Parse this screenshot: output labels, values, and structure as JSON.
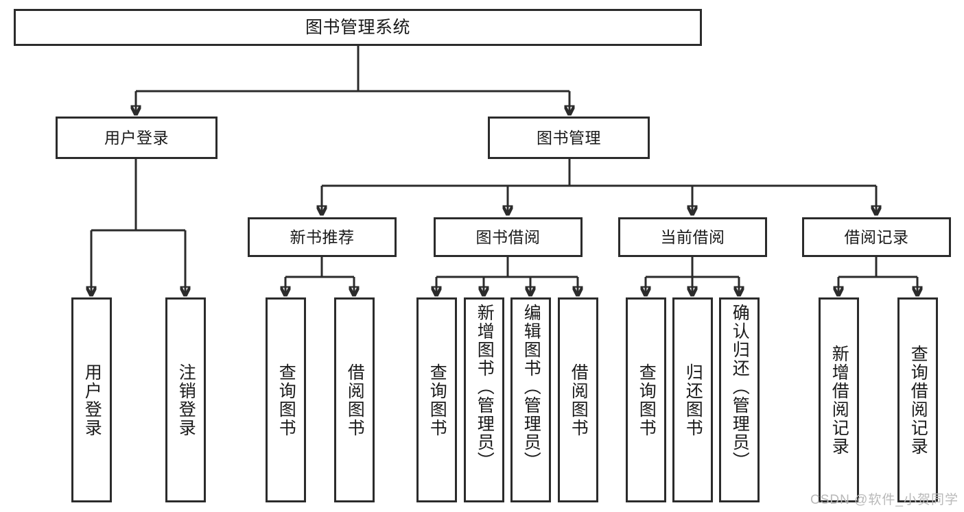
{
  "diagram": {
    "title": "图书管理系统",
    "type": "function-structure-tree",
    "watermark": "CSDN @软件_小贺同学",
    "colors": {
      "stroke": "#2b2b2b",
      "box_fill": "#ffffff",
      "text": "#1a1a1a",
      "watermark": "#b9b9b9",
      "background": "#ffffff"
    },
    "levels": {
      "root": "图书管理系统",
      "level2": [
        "用户登录",
        "图书管理"
      ],
      "level3": [
        "新书推荐",
        "图书借阅",
        "当前借阅",
        "借阅记录"
      ]
    },
    "nodes": {
      "root": {
        "label": "图书管理系统"
      },
      "user_login": {
        "label": "用户登录"
      },
      "book_manage": {
        "label": "图书管理"
      },
      "new_book_rec": {
        "label": "新书推荐"
      },
      "book_borrow": {
        "label": "图书借阅"
      },
      "current_borrow": {
        "label": "当前借阅"
      },
      "borrow_record": {
        "label": "借阅记录"
      },
      "leaf_user_login": {
        "label": "用户登录"
      },
      "leaf_user_logout": {
        "label": "注销登录"
      },
      "leaf_rec_query": {
        "label": "查询图书"
      },
      "leaf_rec_borrow": {
        "label": "借阅图书"
      },
      "leaf_borrow_query": {
        "label": "查询图书"
      },
      "leaf_borrow_add": {
        "label": "新增图书（管理员）"
      },
      "leaf_borrow_edit": {
        "label": "编辑图书（管理员）"
      },
      "leaf_borrow_take": {
        "label": "借阅图书"
      },
      "leaf_cur_query": {
        "label": "查询图书"
      },
      "leaf_cur_return": {
        "label": "归还图书"
      },
      "leaf_cur_confirm": {
        "label": "确认归还（管理员）"
      },
      "leaf_rec_add": {
        "label": "新增借阅记录"
      },
      "leaf_rec_search": {
        "label": "查询借阅记录"
      }
    }
  }
}
